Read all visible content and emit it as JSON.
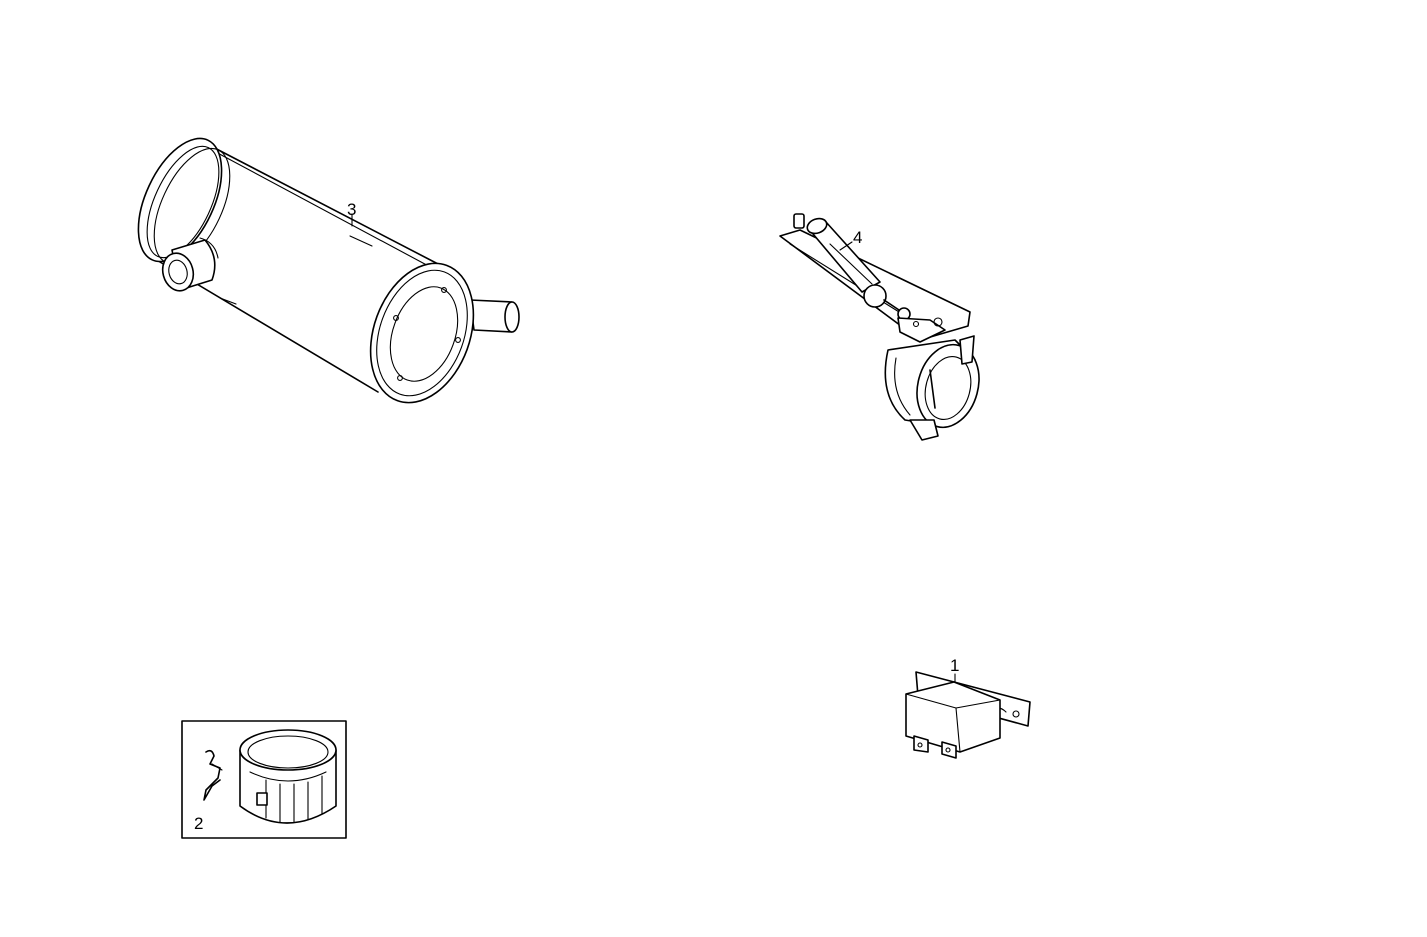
{
  "diagram": {
    "callouts": {
      "part_1": "1",
      "part_2": "2",
      "part_3": "3",
      "part_4": "4"
    }
  }
}
